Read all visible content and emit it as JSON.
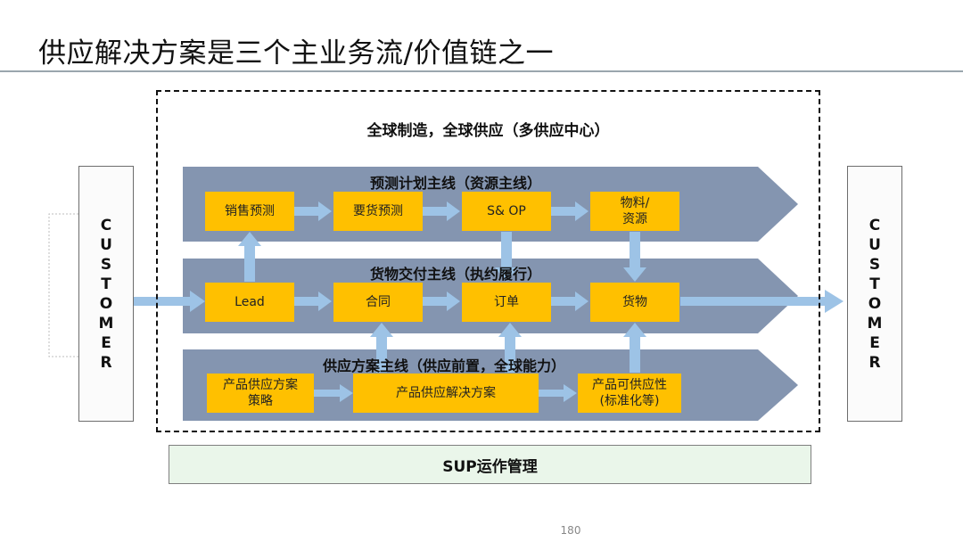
{
  "title": "供应解决方案是三个主业务流/价值链之一",
  "frame_caption": "全球制造，全球供应（多供应中心）",
  "customer_left": [
    "C",
    "U",
    "S",
    "T",
    "O",
    "M",
    "E",
    "R"
  ],
  "customer_right": [
    "C",
    "U",
    "S",
    "T",
    "O",
    "M",
    "E",
    "R"
  ],
  "lanes": {
    "plan": {
      "title": "预测计划主线（资源主线）",
      "boxes": [
        "销售预测",
        "要货预测",
        "S& OP",
        "物料/\n资源"
      ]
    },
    "delivery": {
      "title": "货物交付主线（执约履行）",
      "boxes": [
        "Lead",
        "合同",
        "订单",
        "货物"
      ]
    },
    "supply": {
      "title": "供应方案主线（供应前置，全球能力）",
      "boxes": [
        "产品供应方案\n策略",
        "产品供应解决方案",
        "产品可供应性\n(标准化等)"
      ]
    }
  },
  "sup_label": "SUP运作管理",
  "page_number": "180",
  "colors": {
    "chevron": "#8495b0",
    "box": "#ffc000",
    "arrow": "#9dc3e6",
    "sup_fill": "#eaf6ea"
  }
}
